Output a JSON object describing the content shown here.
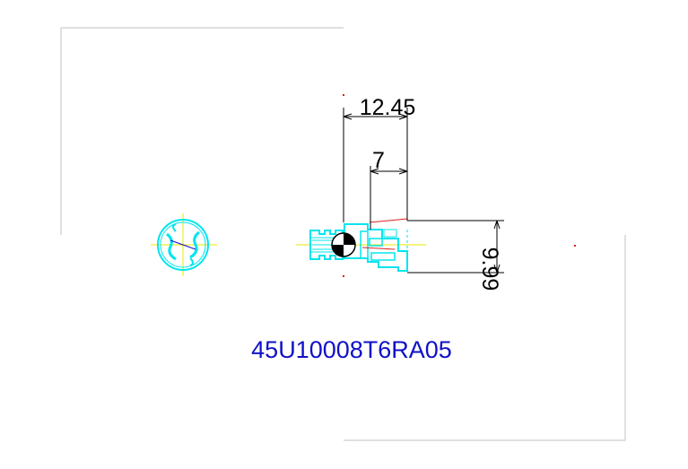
{
  "drawing": {
    "part_number": "45U10008T6RA05",
    "dimensions": {
      "overall_length": "12.45",
      "head_length": "7",
      "height": "9.99"
    }
  },
  "colors": {
    "part_number": "#1010c8",
    "part_outline": "#00e5ee",
    "dimension_line": "#000000",
    "centerline": "#e8e800",
    "frame": "#c0c0c0",
    "accent_red": "#e02020"
  }
}
